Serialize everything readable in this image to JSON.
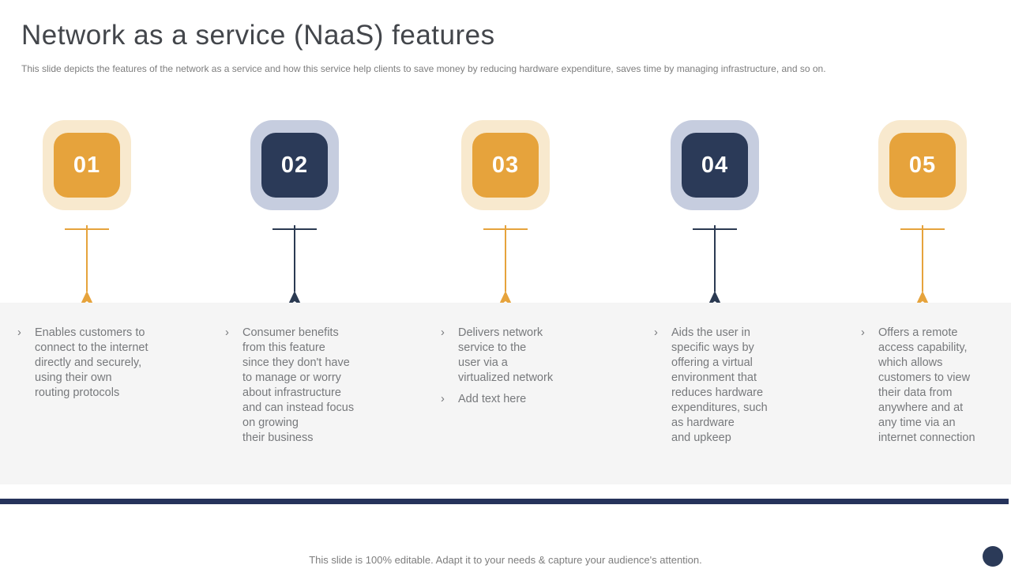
{
  "slide": {
    "title": "Network as a service (NaaS) features",
    "subtitle": "This slide depicts the features of the network as a service and how this service help clients to save money by reducing hardware expenditure, saves time by managing infrastructure, and so on.",
    "footer": "This slide is 100% editable. Adapt it to your needs & capture your audience's attention.",
    "bullet_char": "›"
  },
  "colors": {
    "accent_orange": "#e6a33c",
    "accent_orange_light": "#f8e9ce",
    "accent_navy": "#2b3a58",
    "accent_navy_light": "#c6cddf",
    "band_gray": "#f5f5f5",
    "body_text_gray": "#77797c",
    "title_gray": "#43464b",
    "divider_navy": "#26335b"
  },
  "features": [
    {
      "number": "01",
      "theme": "orange",
      "bullets": [
        "Enables customers to\nconnect to the internet\ndirectly and securely,\nusing their own\nrouting protocols"
      ]
    },
    {
      "number": "02",
      "theme": "navy",
      "bullets": [
        "Consumer benefits\nfrom this feature\nsince they don't have\nto manage or worry\nabout infrastructure\nand can instead focus\non growing\ntheir business"
      ]
    },
    {
      "number": "03",
      "theme": "orange",
      "bullets": [
        "Delivers network\nservice to the\nuser via a\nvirtualized network",
        "Add text here"
      ]
    },
    {
      "number": "04",
      "theme": "navy",
      "bullets": [
        "Aids the user in\nspecific ways by\noffering a virtual\nenvironment that\nreduces hardware\nexpenditures, such\nas hardware\nand upkeep"
      ]
    },
    {
      "number": "05",
      "theme": "orange",
      "bullets": [
        "Offers a remote\naccess capability,\nwhich allows\ncustomers to view\ntheir data from\nanywhere and at\nany time via an\ninternet connection"
      ]
    }
  ]
}
